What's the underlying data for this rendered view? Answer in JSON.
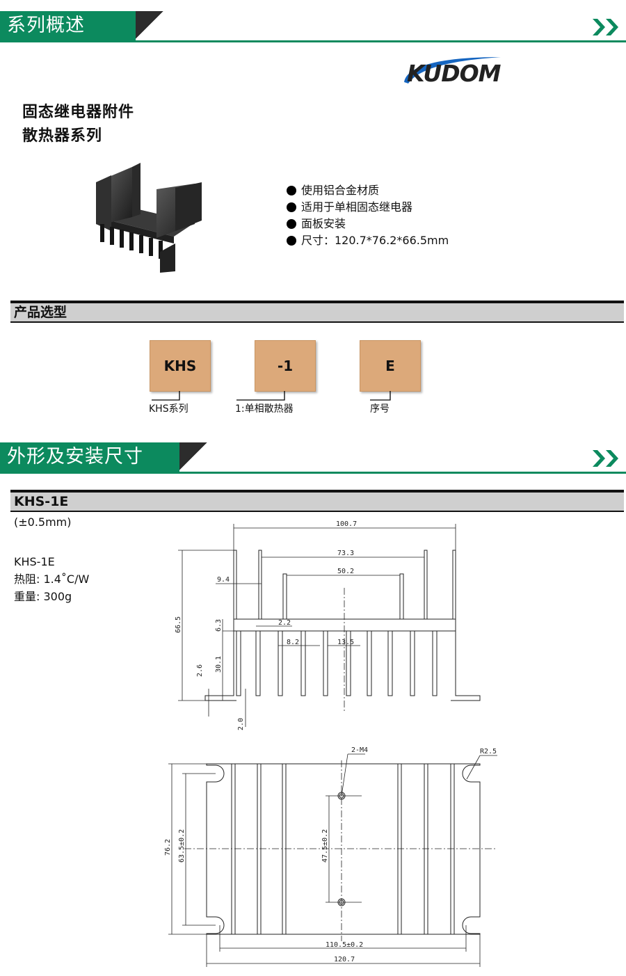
{
  "sections": {
    "overview_title": "系列概述",
    "dimensions_title": "外形及安装尺寸"
  },
  "brand": {
    "logo_text": "KUDOM"
  },
  "product": {
    "title_line1": "固态继电器附件",
    "title_line2": "散热器系列",
    "features": [
      "使用铝合金材质",
      "适用于单相固态继电器",
      "面板安装",
      "尺寸：120.7*76.2*66.5mm"
    ]
  },
  "selection": {
    "title": "产品选型",
    "codes": [
      {
        "code": "KHS",
        "label": "KHS系列"
      },
      {
        "code": "-1",
        "label": "1:单相散热器"
      },
      {
        "code": "E",
        "label": "序号"
      }
    ]
  },
  "model": {
    "title": "KHS-1E",
    "tolerance": "(±0.5mm)",
    "name": "KHS-1E",
    "thermal_resistance": "热阻: 1.4˚C/W",
    "weight": "重量: 300g"
  },
  "drawing_front": {
    "dims": [
      "100.7",
      "73.3",
      "50.2",
      "9.4",
      "66.5",
      "6.3",
      "2.2",
      "8.2",
      "13.5",
      "30.1",
      "2.6",
      "2.0"
    ]
  },
  "drawing_bottom": {
    "dims": [
      "2-M4",
      "R2.5",
      "76.2",
      "63.5±0.2",
      "47.5±0.2",
      "110.5±0.2",
      "120.7"
    ]
  },
  "colors": {
    "banner_green": "#0c8a5e",
    "code_box": "#dca97a",
    "logo_blue": "#1565c0"
  }
}
